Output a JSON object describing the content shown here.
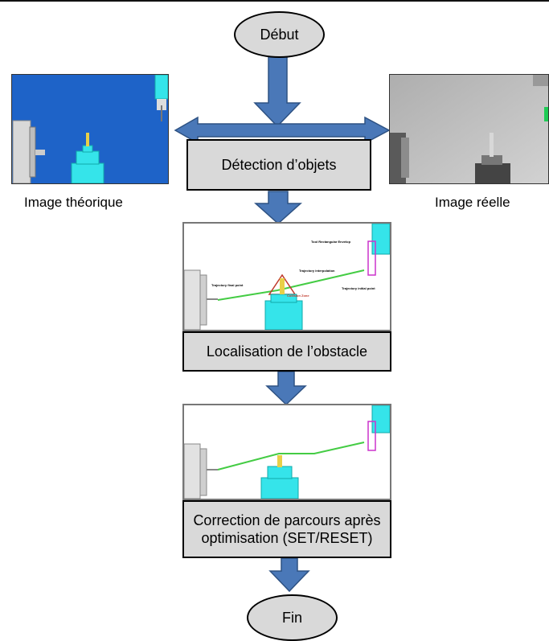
{
  "flow": {
    "start": "Début",
    "detection": "Détection d’objets",
    "theoretical_caption": "Image théorique",
    "real_caption": "Image réelle",
    "localisation": "Localisation de l’obstacle",
    "correction": "Correction de parcours après optimisation (SET/RESET)",
    "end": "Fin"
  },
  "sim_labels": {
    "tool_envelop": "Tool Rectangular Envelop",
    "trajectory_interpolation": "Trajectory interpolation",
    "trajectory_final_point": "Trajectory final point",
    "trajectory_initial_point": "Trajectory initial point",
    "collision_zone": "Collision Zone"
  },
  "colors": {
    "arrow_fill": "#4a78b8",
    "arrow_stroke": "#2e5283",
    "box_fill": "#d9d9d9",
    "sim_blue": "#1e63c8",
    "cyan": "#35e4ea",
    "path_green": "#44cc44"
  }
}
